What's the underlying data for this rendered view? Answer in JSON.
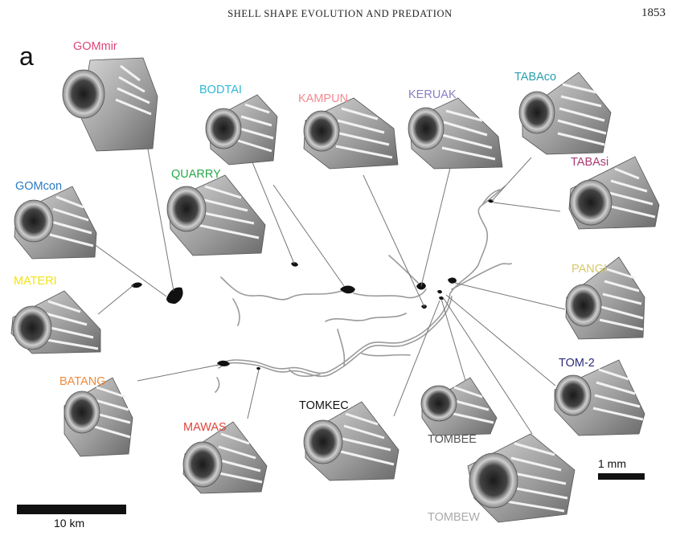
{
  "header": {
    "running_title": "SHELL SHAPE EVOLUTION AND PREDATION",
    "page_number": "1853"
  },
  "figure": {
    "panel_label": "a",
    "sites": [
      {
        "name": "GOMmir",
        "color": "#e0457a"
      },
      {
        "name": "BODTAI",
        "color": "#30b8d8"
      },
      {
        "name": "KAMPUN",
        "color": "#f28a8f"
      },
      {
        "name": "KERUAK",
        "color": "#8a7ec0"
      },
      {
        "name": "TABAco",
        "color": "#2a9fb0"
      },
      {
        "name": "TABAsi",
        "color": "#a83a70"
      },
      {
        "name": "GOMcon",
        "color": "#2a7bc4"
      },
      {
        "name": "QUARRY",
        "color": "#2aa84a"
      },
      {
        "name": "MATERI",
        "color": "#f2e21a"
      },
      {
        "name": "PANGI",
        "color": "#d8c86a"
      },
      {
        "name": "BATANG",
        "color": "#f08a3a"
      },
      {
        "name": "TOM-2",
        "color": "#2c2c7a"
      },
      {
        "name": "TOMKEC",
        "color": "#111111"
      },
      {
        "name": "MAWAS",
        "color": "#e0453a"
      },
      {
        "name": "TOMBEE",
        "color": "#555555"
      },
      {
        "name": "TOMBEW",
        "color": "#aaaaaa"
      }
    ],
    "map_scale_label": "10 km",
    "shell_scale_label": "1 mm"
  }
}
